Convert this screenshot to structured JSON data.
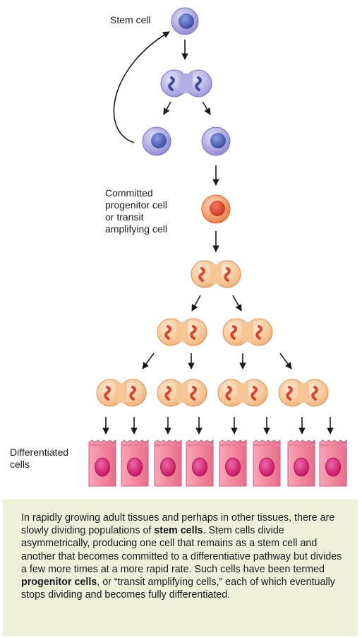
{
  "labels": {
    "stem_cell": "Stem cell",
    "progenitor": [
      "Committed",
      "progenitor cell",
      "or transit",
      "amplifying cell"
    ],
    "differentiated": [
      "Differentiated",
      "cells"
    ]
  },
  "caption": {
    "segments": [
      {
        "text": "In rapidly growing adult tissues and perhaps in other tissues, there are slowly dividing populations of ",
        "bold": false
      },
      {
        "text": "stem cells",
        "bold": true
      },
      {
        "text": ". Stem cells divide asymmetrically, producing one cell that remains as a stem cell and another that becomes committed to a differentiative pathway but divides a few more times at a more rapid rate. Such cells have been termed ",
        "bold": false
      },
      {
        "text": "progenitor cells",
        "bold": true
      },
      {
        "text": ", or “transit amplifying cells,” each of which eventually stops dividing and becomes fully differentiated.",
        "bold": false
      }
    ]
  },
  "colors": {
    "stem_cell": "#9b96d6",
    "stem_nucleus": "#4f5fb0",
    "progenitor_cell": "#f08a4a",
    "dividing_cell": "#f5c08c",
    "chromosome": "#d8432c",
    "differentiated_cell": "#f07e9c",
    "differentiated_nucleus": "#d41c6c",
    "caption_bg": "#eef0d9"
  }
}
